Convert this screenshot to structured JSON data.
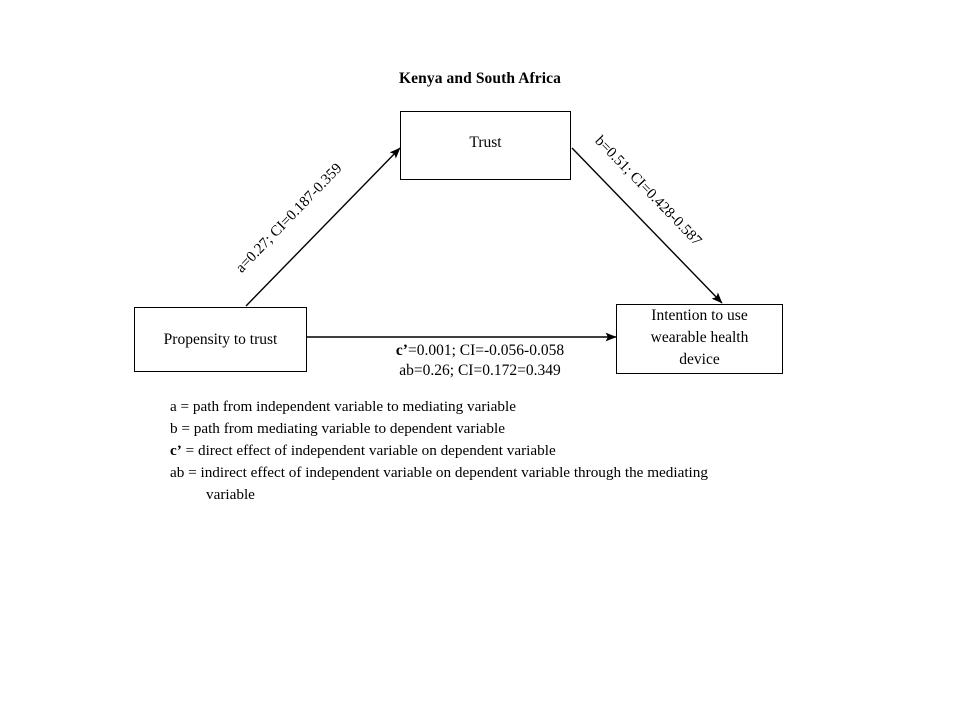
{
  "diagram": {
    "title": "Kenya and South Africa",
    "type": "mediation-path-diagram",
    "nodes": [
      {
        "id": "trust",
        "label": "Trust",
        "role": "mediating-variable"
      },
      {
        "id": "propensity",
        "label": "Propensity to trust",
        "role": "independent-variable"
      },
      {
        "id": "intention",
        "label": "Intention to use wearable health device",
        "lines": [
          "Intention to use",
          "wearable health",
          "device"
        ],
        "role": "dependent-variable"
      }
    ],
    "paths": [
      {
        "id": "a",
        "from": "propensity",
        "to": "trust",
        "label": "a=0.27; CI=0.187-0.359",
        "coefficient": 0.27,
        "ci_low": 0.187,
        "ci_high": 0.359
      },
      {
        "id": "b",
        "from": "trust",
        "to": "intention",
        "label": "b=0.51; CI=0.428-0.587",
        "coefficient": 0.51,
        "ci_low": 0.428,
        "ci_high": 0.587
      },
      {
        "id": "c-prime",
        "from": "propensity",
        "to": "intention",
        "label": "c’=0.001; CI=-0.056-0.058",
        "label_prefix": "c’",
        "label_rest": "=0.001; CI=-0.056-0.058",
        "coefficient": 0.001,
        "ci_low": -0.056,
        "ci_high": 0.058
      },
      {
        "id": "ab",
        "from": "propensity",
        "to": "intention",
        "label": "ab=0.26; CI=0.172=0.349",
        "coefficient": 0.26,
        "ci_low": 0.172,
        "ci_high": 0.349
      }
    ],
    "legend": [
      {
        "id": "a",
        "text": "a = path from independent variable  to mediating  variable"
      },
      {
        "id": "b",
        "text": "b = path from mediating  variable  to dependent variable"
      },
      {
        "id": "c-prime",
        "prefix": "c’",
        "rest": " = direct effect of independent variable  on dependent variable"
      },
      {
        "id": "ab",
        "text": "ab = indirect  effect of independent variable  on dependent variable  through the mediating"
      },
      {
        "id": "ab-wrap",
        "text": "variable"
      }
    ]
  },
  "colors": {
    "stroke": "#000000",
    "background": "#ffffff",
    "text": "#000000"
  }
}
